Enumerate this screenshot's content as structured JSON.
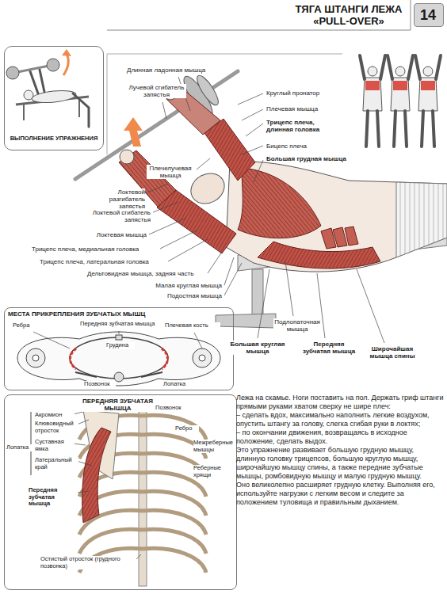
{
  "diagram": {
    "title": "ТЯГА ШТАНГИ ЛЕЖА «PULL-OVER»",
    "nodes": [
      {
        "text": [
          "14"
        ]
      },
      {
        "text": [
          "ВЫПОЛНЕНИЕ УПРАЖНЕНИЯ"
        ]
      },
      {
        "text": [
          "МЕСТА ПРИКРЕПЛЕНИЯ ЗУБЧАТЫХ МЫШЦ",
          "Ребра",
          "Передняя зубчатая мышца",
          "Плечевая кость",
          "Грудина",
          "Позвонок",
          "Лопатка"
        ]
      },
      {
        "text": [
          "ПЕРЕДНЯЯ ЗУБЧАТАЯ МЫШЦА",
          "Акромион",
          "Клювовидный отросток",
          "Суставная ямка",
          "Латеральный край",
          "Лопатка",
          "Позвонок",
          "Ребро",
          "Межреберные мышцы",
          "Реберные хрящи",
          "Передняя зубчатая мышца",
          "Остистый отросток (грудного позвонка)"
        ]
      }
    ],
    "labels": [
      "Длинная ладонная мышца",
      "Лучевой сгибатель запястья",
      "Круглый пронатор",
      "Плечевая мышца",
      "Трицепс плеча, длинная головка",
      "Бицепс плеча",
      "Большая грудная мышца",
      "Плечелучевая мышца",
      "Локтевой разгибатель запястья",
      "Локтевой сгибатель запястья",
      "Локтевая мышца",
      "Трицепс плеча, медиальная головка",
      "Трицепс плеча, латеральная головка",
      "Дельтовидная мышца, задняя часть",
      "Малая круглая мышца",
      "Подостная мышца",
      "Подлопаточная мышца",
      "Большая круглая мышца",
      "Передняя зубчатая мышца",
      "Широчайшая мышца спины",
      "Лежа на скамье. Ноги поставить на пол. Держать гриф штанги прямыми руками хватом сверху не шире плеч:",
      "– сделать вдох, максимально наполнить легкие воздухом, опустить штангу за голову, слегка сгибая руки в локтях;",
      "– по окончании движения, возвращаясь в исходное положение, сделать выдох.",
      "Это упражнение развивает большую грудную мышцу, длинную головку трицепсов, большую круглую мышцу, широчайшую мышцу спины, а также передние зубчатые мышцы, ромбовидную мышцу и малую грудную мышцу.",
      "Оно великолепно расширяет грудную клетку. Выполняя его, используйте нагрузки с легким весом и следите за положением туловища и правильным дыханием."
    ]
  }
}
